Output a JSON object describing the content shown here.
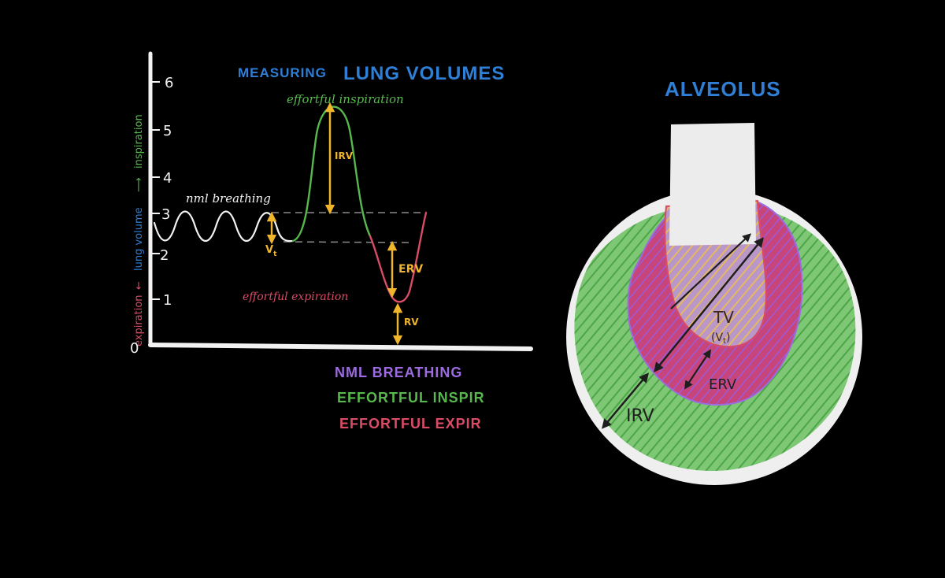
{
  "colors": {
    "background": "#000000",
    "chalk": "#f2f2f2",
    "blue": "#2f7fd6",
    "green": "#58b84e",
    "red": "#d84c66",
    "yellow": "#f0b52a",
    "purple": "#9c6be0",
    "alveolus_fill": "#ececec",
    "inspir_shade": "#5cc05a",
    "expir_shade": "#c7457a",
    "tidal_shade": "#e0b060",
    "dark_arrow": "#222222"
  },
  "chart": {
    "title_part1": "MEASURING",
    "title_part2": "LUNG VOLUMES",
    "y_axis_label": {
      "expiration": "expiration",
      "lung_volume": "lung volume",
      "inspiration": "inspiration"
    },
    "y_ticks": [
      "0",
      "1",
      "2",
      "3",
      "4",
      "5",
      "6"
    ],
    "labels": {
      "normal_breathing": "nml breathing",
      "tidal": "V",
      "tidal_sub": "t",
      "effortful_inspiration": "effortful inspiration",
      "effortful_expiration": "effortful expiration",
      "irv": "IRV",
      "erv": "ERV",
      "rv": "RV"
    },
    "legend": [
      {
        "label": "NML BREATHING",
        "color": "#9c6be0"
      },
      {
        "label": "EFFORTFUL INSPIR",
        "color": "#58b84e"
      },
      {
        "label": "EFFORTFUL EXPIR",
        "color": "#d84c66"
      }
    ]
  },
  "alveolus": {
    "title": "ALVEOLUS",
    "tv_label": "TV",
    "tv_sub_open": "(V",
    "tv_sub_sub": "t",
    "tv_sub_close": ")",
    "erv_label": "ERV",
    "irv_label": "IRV"
  }
}
